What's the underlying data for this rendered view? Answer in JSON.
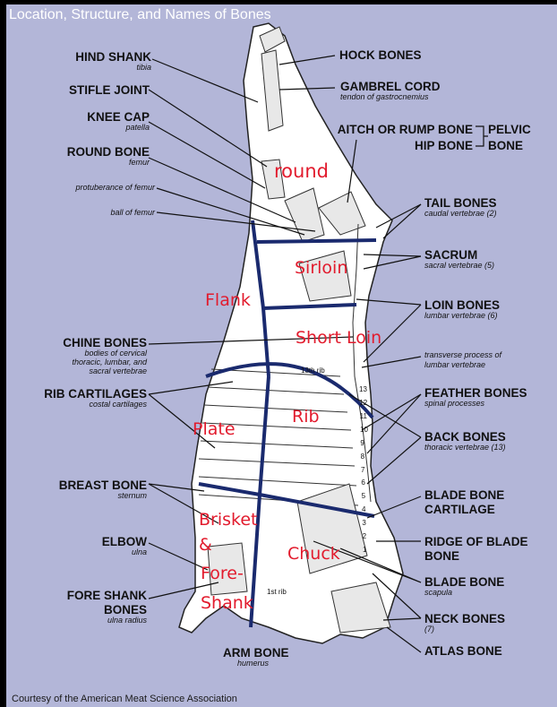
{
  "title": "Location, Structure, and Names of Bones",
  "credit": "Courtesy of the American Meat Science Association",
  "colors": {
    "background": "#b3b6d8",
    "carcass": "#ffffff",
    "cut_lines": "#1a2a6e",
    "cut_labels": "#e21b2d",
    "frame": "#000000"
  },
  "left_labels": {
    "hind_shank": {
      "name": "HIND SHANK",
      "sub": "tibia"
    },
    "stifle_joint": {
      "name": "STIFLE JOINT"
    },
    "knee_cap": {
      "name": "KNEE CAP",
      "sub": "patella"
    },
    "round_bone": {
      "name": "ROUND BONE",
      "sub": "femur"
    },
    "protuberance": {
      "name": "protuberance of femur"
    },
    "ball": {
      "name": "ball of femur"
    },
    "chine_bones": {
      "name": "CHINE BONES",
      "sub1": "bodies of cervical",
      "sub2": "thoracic, lumbar, and",
      "sub3": "sacral vertebrae"
    },
    "rib_cartilages": {
      "name": "RIB CARTILAGES",
      "sub": "costal cartilages"
    },
    "breast_bone": {
      "name": "BREAST BONE",
      "sub": "sternum"
    },
    "elbow": {
      "name": "ELBOW",
      "sub": "ulna"
    },
    "fore_shank": {
      "name1": "FORE SHANK",
      "name2": "BONES",
      "sub": "ulna radius"
    },
    "arm_bone": {
      "name": "ARM BONE",
      "sub": "humerus"
    }
  },
  "right_labels": {
    "hock_bones": {
      "name": "HOCK BONES"
    },
    "gambrel_cord": {
      "name": "GAMBREL CORD",
      "sub": "tendon of gastrocnemius"
    },
    "aitch": {
      "name": "AITCH OR RUMP BONE"
    },
    "hip": {
      "name": "HIP BONE"
    },
    "pelvic": {
      "name1": "PELVIC",
      "name2": "BONE"
    },
    "tail_bones": {
      "name": "TAIL BONES",
      "sub": "caudal vertebrae (2)"
    },
    "sacrum": {
      "name": "SACRUM",
      "sub": "sacral vertebrae (5)"
    },
    "loin_bones": {
      "name": "LOIN BONES",
      "sub": "lumbar vertebrae (6)"
    },
    "transverse": {
      "name1": "transverse process of",
      "name2": "lumbar vertebrae"
    },
    "feather_bones": {
      "name": "FEATHER BONES",
      "sub": "spinal processes"
    },
    "back_bones": {
      "name": "BACK BONES",
      "sub": "thoracic vertebrae (13)"
    },
    "blade_cartilage": {
      "name1": "BLADE BONE",
      "name2": "CARTILAGE"
    },
    "ridge_blade": {
      "name1": "RIDGE OF BLADE",
      "name2": "BONE"
    },
    "blade_bone": {
      "name": "BLADE BONE",
      "sub": "scapula"
    },
    "neck_bones": {
      "name": "NECK BONES",
      "sub": "(7)"
    },
    "atlas_bone": {
      "name": "ATLAS BONE"
    }
  },
  "cuts": {
    "round": "round",
    "sirloin": "Sirloin",
    "flank": "Flank",
    "short_loin": "Short Loin",
    "plate": "Plate",
    "rib": "Rib",
    "brisket": "Brisket",
    "amp": "&",
    "fore": "Fore-",
    "shank": "Shank",
    "chuck": "Chuck"
  },
  "diagram_text": {
    "rib13": "13th rib",
    "rib1": "1st rib",
    "rib_numbers": [
      "13",
      "12",
      "11",
      "10",
      "9",
      "8",
      "7",
      "6",
      "5",
      "4",
      "3",
      "2",
      "1"
    ]
  }
}
